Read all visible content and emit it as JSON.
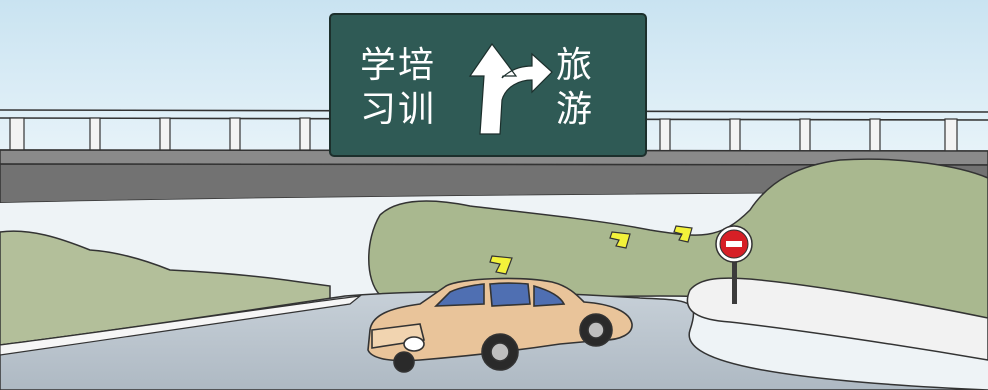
{
  "sign": {
    "left_line1": "学培",
    "left_line2": "习训",
    "right_line1": "旅",
    "right_line2": "游",
    "arrow": "straight-and-right-turn-arrow-icon"
  },
  "colors": {
    "sky_top": "#cfe6f2",
    "sky_bottom": "#f4fafc",
    "sign_board": "#2f5a55",
    "bridge": "#6f6f6f",
    "railing": "#f2f2f2",
    "hedge": "#a9b88f",
    "road": "#b9c3cc",
    "car_body": "#e9c49a",
    "car_window": "#4f6fb2",
    "chevron": "#f3f23a",
    "no_entry_red": "#d61f26"
  }
}
